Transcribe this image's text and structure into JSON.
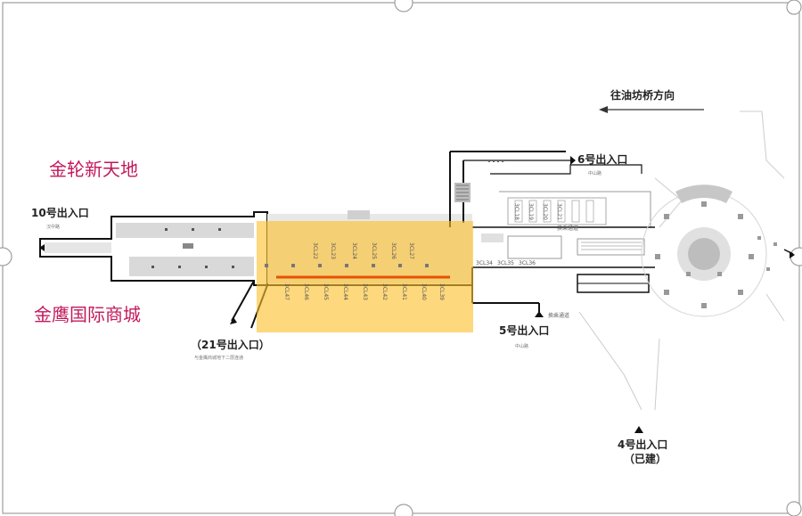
{
  "labels": {
    "mall_top": "金轮新天地",
    "mall_bottom": "金鹰国际商城",
    "direction": "往油坊桥方向",
    "exit_10": "10号出入口",
    "exit_10_sub": "汉中路",
    "exit_6": "6号出入口",
    "exit_6_sub": "中山路",
    "exit_5": "5号出入口",
    "exit_5_sub": "中山路",
    "exit_4": "4号出入口",
    "exit_4_status": "（已建）",
    "exit_21": "（21号出入口）",
    "exit_21_sub": "与金鹰商城地下二层连通",
    "transfer": "换乘通道"
  },
  "ad_bays": {
    "upper": [
      "3CL22",
      "3CL23",
      "3CL24",
      "3CL25",
      "3CL26",
      "3CL27"
    ],
    "lower": [
      "3CL47",
      "3CL46",
      "3CL45",
      "3CL44",
      "3CL43",
      "3CL42",
      "3CL41",
      "3CL40",
      "3CL39"
    ],
    "right_upper": [
      "3CL18",
      "3CL19",
      "3CL20",
      "3CL21"
    ],
    "right_bottom": [
      "3CL34",
      "3CL35",
      "3CL36"
    ]
  },
  "colors": {
    "highlight": "#fbc02d",
    "accent_line": "#e65100",
    "mall_text": "#c2185b",
    "wall": "#111111",
    "floor": "#d9d9d9"
  }
}
